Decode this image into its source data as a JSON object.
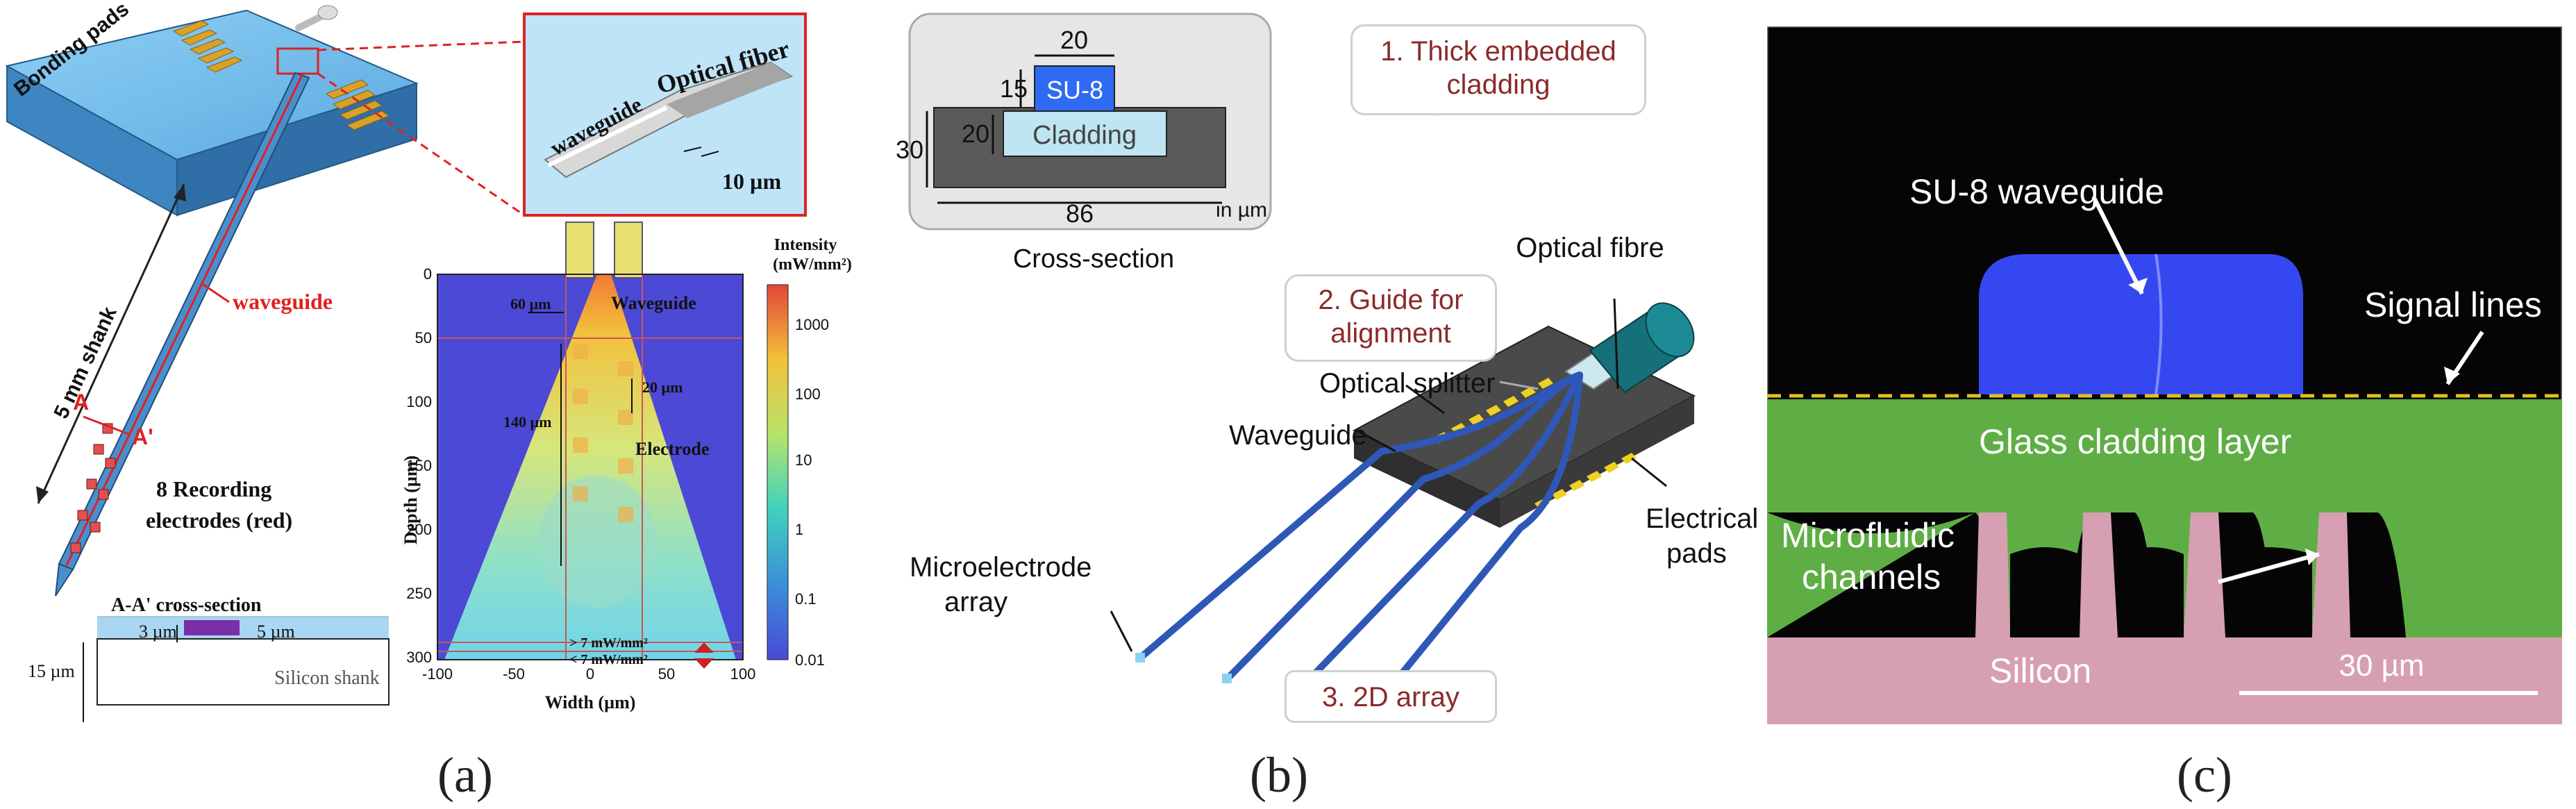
{
  "panel_labels": {
    "a": "(a)",
    "b": "(b)",
    "c": "(c)"
  },
  "panel_a": {
    "probe": {
      "bonding_pads": "Bonding pads",
      "waveguide": "waveguide",
      "shank_length": "5 mm shank",
      "section_A": "A",
      "section_A_prime": "A'",
      "electrodes_line1": "8 Recording",
      "electrodes_line2": "electrodes (red)"
    },
    "inset": {
      "waveguide": "waveguide",
      "optical_fiber": "Optical fiber",
      "width": "10 µm"
    },
    "cross_section": {
      "title": "A-A' cross-section",
      "dim_3": "3 µm",
      "dim_5": "5 µm",
      "dim_15": "15 µm",
      "silicon_shank": "Silicon shank"
    },
    "heatmap": {
      "ylabel": "Depth (µm)",
      "xlabel": "Width (µm)",
      "colorbar_title_1": "Intensity",
      "colorbar_title_2": "(mW/mm²)",
      "y_ticks": [
        "0",
        "50",
        "100",
        "150",
        "200",
        "250",
        "300"
      ],
      "x_ticks": [
        "-100",
        "-50",
        "0",
        "50",
        "100"
      ],
      "colorbar_ticks": [
        "1000",
        "100",
        "10",
        "1",
        "0.1",
        "0.01"
      ],
      "ann_60": "60 µm",
      "ann_20": "20 µm",
      "ann_140": "140 µm",
      "ann_waveguide": "Waveguide",
      "ann_electrode": "Electrode",
      "ann_gt7": "> 7 mW/mm²",
      "ann_lt7": "< 7 mW/mm²"
    }
  },
  "panel_b": {
    "cross_section": {
      "width_top": "20",
      "height_su8": "15",
      "su8_label": "SU-8",
      "height_total": "30",
      "height_cladding": "20",
      "cladding_label": "Cladding",
      "width_bottom": "86",
      "unit": "in µm",
      "caption": "Cross-section"
    },
    "callouts": {
      "c1_line1": "1. Thick embedded",
      "c1_line2": "cladding",
      "c2_line1": "2. Guide for",
      "c2_line2": "alignment",
      "c3": "3. 2D array"
    },
    "labels": {
      "optical_fibre": "Optical fibre",
      "optical_splitter": "Optical splitter",
      "waveguide": "Waveguide",
      "microelectrode_1": "Microelectrode",
      "microelectrode_2": "array",
      "electrical_1": "Electrical",
      "electrical_2": "pads"
    }
  },
  "panel_c": {
    "su8": "SU-8 waveguide",
    "signal_lines": "Signal lines",
    "glass": "Glass cladding layer",
    "micro_1": "Microfluidic",
    "micro_2": "channels",
    "silicon": "Silicon",
    "scale": "30 µm"
  },
  "colors": {
    "probe_top": "#6fb8e8",
    "probe_side": "#3f86c0",
    "pads": "#d9a12a",
    "waveguide_red": "#e02020",
    "su8_blue": "#3146f5",
    "glass_green": "#5fae45",
    "silicon_pink": "#d7a0b2",
    "callout_text": "#8b2a2a"
  }
}
